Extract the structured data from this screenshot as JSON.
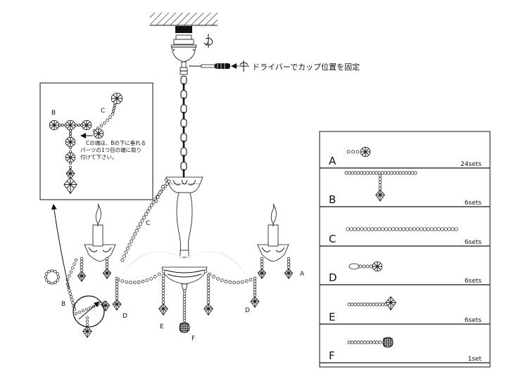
{
  "callout": {
    "text": "ドライバーでカップ位置を固定"
  },
  "inset": {
    "label_b": "B",
    "label_c": "C",
    "note_lines": [
      "Cの端は、Bの下に垂れる",
      "パーツの1つ目の端に取り",
      "付けて下さい。"
    ]
  },
  "chandelier": {
    "labels": {
      "a": "A",
      "b": "B",
      "c": "C",
      "d": "D",
      "e": "E",
      "f": "F"
    }
  },
  "parts_list": {
    "rows": [
      {
        "letter": "A",
        "count": "24sets"
      },
      {
        "letter": "B",
        "count": "6sets"
      },
      {
        "letter": "C",
        "count": "6sets"
      },
      {
        "letter": "D",
        "count": "6sets"
      },
      {
        "letter": "E",
        "count": "6sets"
      },
      {
        "letter": "F",
        "count": "1set"
      }
    ]
  }
}
